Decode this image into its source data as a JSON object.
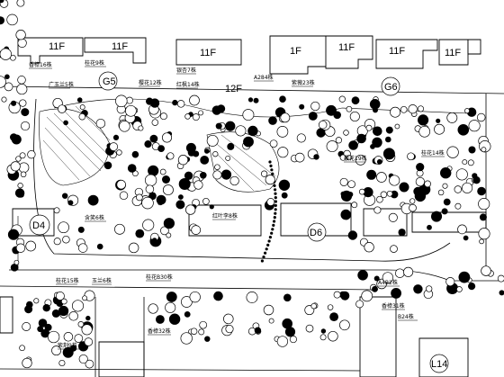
{
  "drawing": {
    "buildings": {
      "b1": "11F",
      "b2": "11F",
      "b3": "11F",
      "b4": "1F",
      "b5": "11F",
      "b6": "11F",
      "b7": "12F",
      "b8": "11F"
    },
    "zones": {
      "g5": "G5",
      "g6": "G6",
      "d4": "D4",
      "d6": "D6",
      "l14": "L14"
    },
    "plant_tags": {
      "t1": "香樟16株",
      "t2": "桂花9株",
      "t3": "樱花12株",
      "t4": "银杏7株",
      "t5": "红枫14株",
      "t6": "广玉兰5株",
      "t7": "A284株",
      "t8": "紫薇23株",
      "t9": "桂花14株",
      "t10": "樱花19株",
      "t11": "红叶李8株",
      "t12": "含笑6株",
      "t13": "香樟32株",
      "t14": "A4B2株",
      "t15": "香樟31株",
      "t16": "B24株",
      "t17": "桂花15株",
      "t18": "玉兰6株",
      "t19": "紫荆9株",
      "t20": "桂花B30株"
    }
  }
}
